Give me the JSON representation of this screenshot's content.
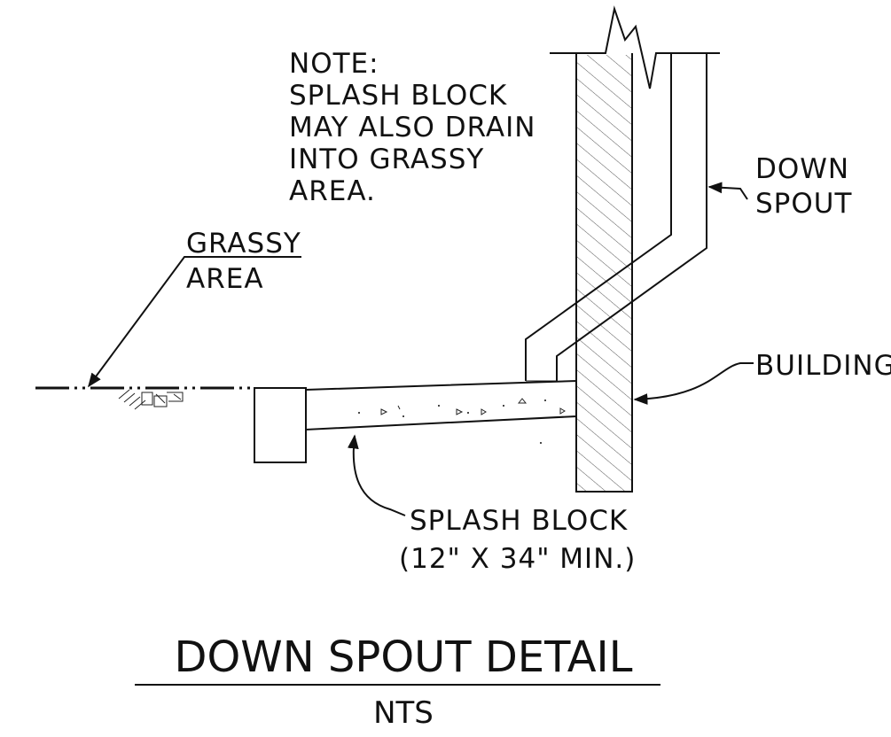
{
  "note": {
    "lines": [
      "NOTE:",
      "SPLASH BLOCK",
      "MAY ALSO DRAIN",
      "INTO GRASSY",
      "AREA."
    ]
  },
  "labels": {
    "down_spout": [
      "DOWN",
      "SPOUT"
    ],
    "grassy_area": [
      "GRASSY",
      "AREA"
    ],
    "building": "BUILDING",
    "splash_block": [
      "SPLASH BLOCK",
      "(12\" X 34\" MIN.)"
    ]
  },
  "title": "DOWN SPOUT DETAIL",
  "subtitle": "NTS"
}
